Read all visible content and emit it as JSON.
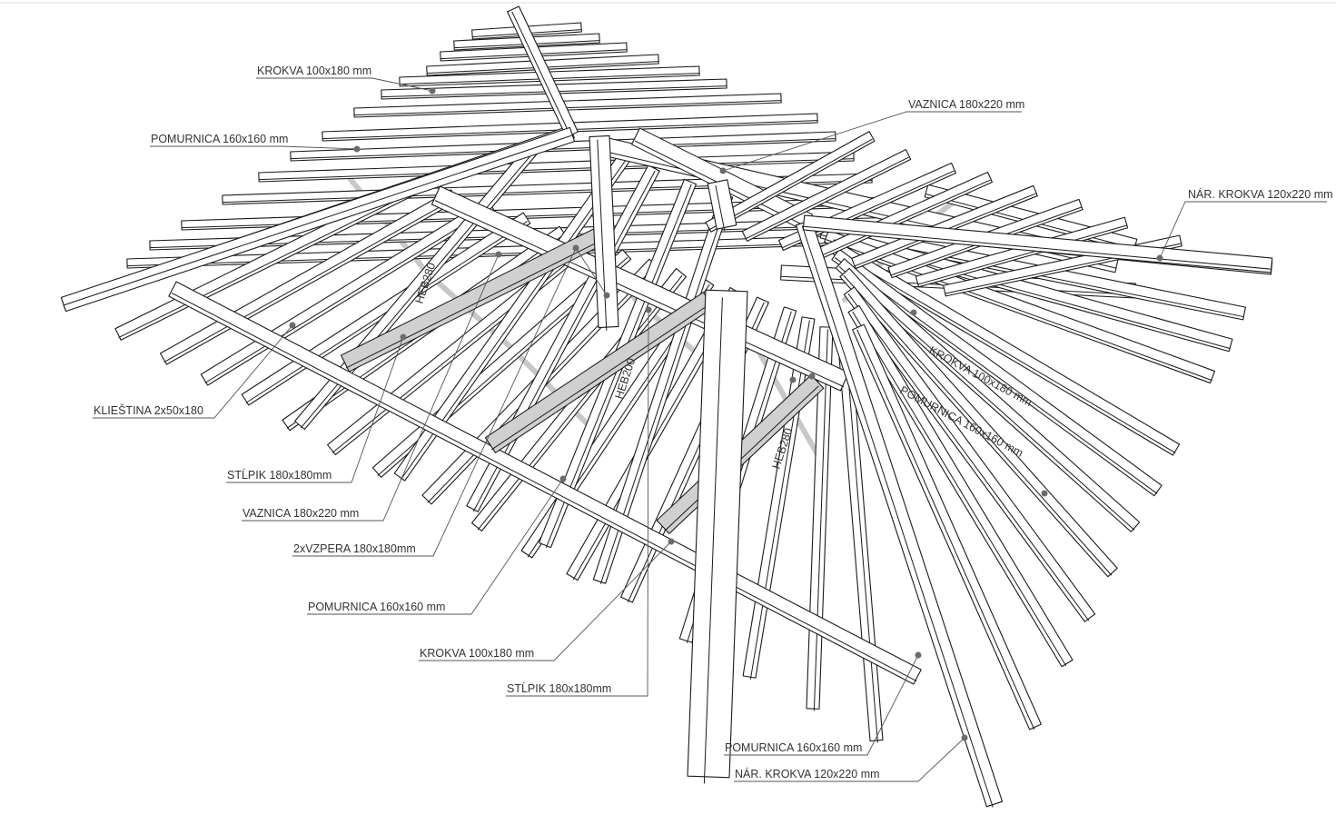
{
  "labels": {
    "krokva_top": "KROKVA 100x180 mm",
    "pomurnica_top": "POMURNICA 160x160 mm",
    "vaznica_top": "VAZNICA 180x220 mm",
    "nar_krokva_right": "NÁR. KROKVA 120x220 mm",
    "kliestina": "KLIEŠTINA 2x50x180",
    "stlpik_1": "STĹPIK 180x180mm",
    "vaznica_bottom": "VAZNICA 180x220 mm",
    "vzpera": "2xVZPERA 180x180mm",
    "pomurnica_mid": "POMURNICA 160x160 mm",
    "krokva_mid": "KROKVA 100x180 mm",
    "stlpik_2": "STĹPIK 180x180mm",
    "pomurnica_bottom": "POMURNICA 160x160 mm",
    "nar_krokva_bottom": "NÁR. KROKVA 120x220 mm"
  },
  "inline_tags": {
    "heb_left": "HEB280",
    "heb_center": "HEB200",
    "heb_right": "HEB280",
    "krokva_inline": "KROKVA 100x180 mm",
    "pomurnica_inline": "POMURNICA 160x160 mm"
  }
}
